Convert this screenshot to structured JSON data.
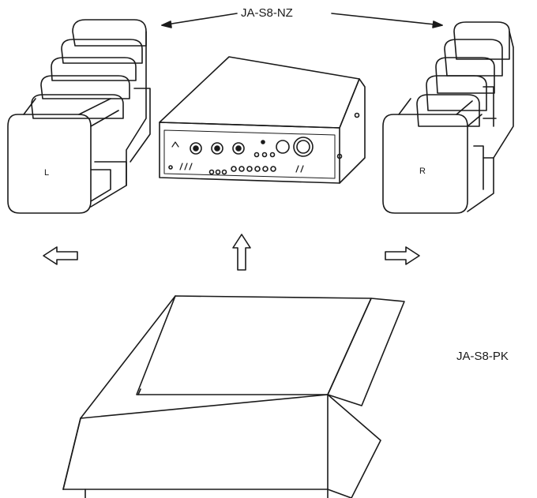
{
  "labels": {
    "spacers": "JA-S8-NZ",
    "carton": "JA-S8-PK",
    "left_spacer": "L",
    "right_spacer": "R"
  },
  "ink_color": "#1a1a1a",
  "background_color": "#ffffff"
}
